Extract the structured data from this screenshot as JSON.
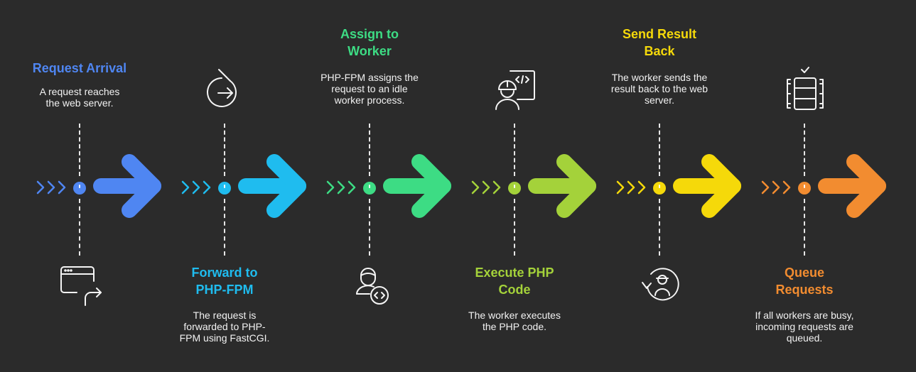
{
  "steps": [
    {
      "title": "Request Arrival",
      "description": "A request reaches the web server.",
      "color": "#4f86f2",
      "text_position": "top",
      "icon": "browser-window-redirect-icon"
    },
    {
      "title": "Forward to PHP-FPM",
      "description": "The request is forwarded to PHP-FPM using FastCGI.",
      "color": "#1fbcef",
      "text_position": "bottom",
      "icon": "circle-arrow-forward-icon"
    },
    {
      "title": "Assign to Worker",
      "description": "PHP-FPM assigns the request to an idle worker process.",
      "color": "#3ddc84",
      "text_position": "top",
      "icon": "worker-code-icon"
    },
    {
      "title": "Execute PHP Code",
      "description": "The worker executes the PHP code.",
      "color": "#a4d23a",
      "text_position": "bottom",
      "icon": "engineer-code-document-icon"
    },
    {
      "title": "Send Result Back",
      "description": "The worker sends the result back to the web server.",
      "color": "#f5d90a",
      "text_position": "top",
      "icon": "user-return-icon"
    },
    {
      "title": "Queue Requests",
      "description": "If all workers are busy, incoming requests are queued.",
      "color": "#f28c30",
      "text_position": "bottom",
      "icon": "queue-list-icon"
    }
  ]
}
